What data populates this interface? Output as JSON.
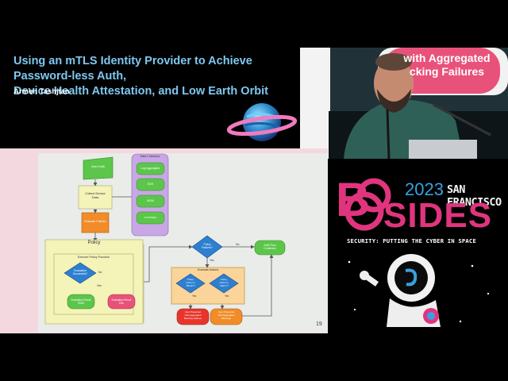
{
  "talk": {
    "title_line1": "Using an mTLS Identity Provider to Achieve Password-less Auth,",
    "title_line2": "Device Health Attestation, and Low Earth Orbit",
    "speaker": "Armen Tashjian"
  },
  "camera": {
    "backdrop_line1": "with Aggregated",
    "backdrop_line2": "cking Failures"
  },
  "slide": {
    "page_number": "19",
    "nodes": {
      "user_auth": "User Auth",
      "collect_device_data": [
        "Collect Device",
        "Data"
      ],
      "evaluate_policies": "Evaluate Policies",
      "data_collectors": "Data Collectors",
      "log_aggregator": "Log Aggregator",
      "edr": "EDR",
      "mdm": "MDM",
      "inventory": "Inventory",
      "policy": "Policy",
      "execute_policy_function": "Execute Policy Function",
      "evaluation_successful": [
        "Evaluation",
        "Successful?"
      ],
      "evaluation_result_pass": [
        "Evaluation Result",
        "PASS"
      ],
      "evaluation_result_fail": [
        "Evaluation Result",
        "FAIL"
      ],
      "policy_failures": [
        "Policy",
        "Failures?"
      ],
      "evaluate_actions": "Evaluate Actions",
      "policy_action_block": [
        "Policy",
        "Action is",
        "\"Block\"?"
      ],
      "policy_action_warn": [
        "Policy",
        "Action is",
        "\"Warn\"?"
      ],
      "user_presented_blocking": [
        "User Presented",
        "with Aggregated",
        "Blocking Failures"
      ],
      "user_presented_warnings": [
        "User Presented",
        "with Aggregated",
        "Warnings"
      ],
      "auth_flow_continues": [
        "Auth Flow",
        "Continues"
      ]
    },
    "edges": {
      "yes": "Yes",
      "no": "No"
    }
  },
  "logo": {
    "year": "2023",
    "city": "SAN FRANCISCO",
    "brand_b": "B",
    "brand_sides": "SIDES",
    "tagline": "SECURITY: PUTTING THE CYBER IN SPACE"
  },
  "colors": {
    "title_blue": "#7ec8f0",
    "logo_pink": "#e0357e",
    "green_node": "#5cc64a",
    "blue_diamond": "#2d7fd0",
    "orange_node": "#f28c28",
    "red_node": "#e8352c",
    "purple_box": "#c9a6e6",
    "yellow_box": "#f4f3b8",
    "peach_box": "#fbd49a"
  }
}
